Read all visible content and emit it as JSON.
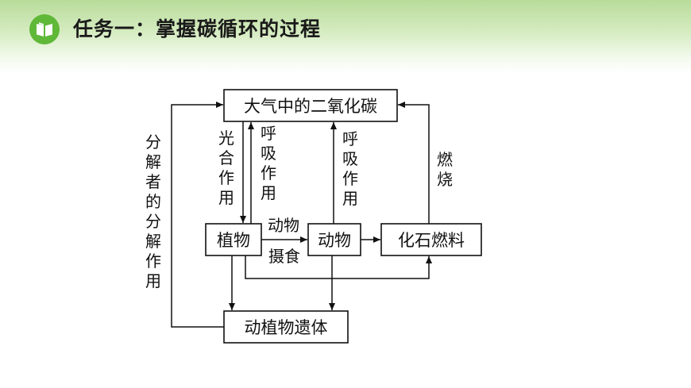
{
  "header": {
    "title": "任务一：掌握碳循环的过程",
    "icon": "book-icon",
    "accent": "#5fb838"
  },
  "diagram": {
    "nodes": {
      "atmosphere": "大气中的二氧化碳",
      "plants": "植物",
      "animals": "动物",
      "fossil": "化石燃料",
      "remains": "动植物遗体"
    },
    "labels": {
      "photosynthesis": [
        "光",
        "合",
        "作",
        "用"
      ],
      "plant_respiration": [
        "呼",
        "吸",
        "作",
        "用"
      ],
      "animal_respiration": [
        "呼",
        "吸",
        "作",
        "用"
      ],
      "burning": [
        "燃",
        "烧"
      ],
      "decomposers": [
        "分",
        "解",
        "者",
        "的",
        "分",
        "解",
        "作",
        "用"
      ],
      "ingestion_top": "动物",
      "ingestion_bottom": "摄食"
    }
  }
}
